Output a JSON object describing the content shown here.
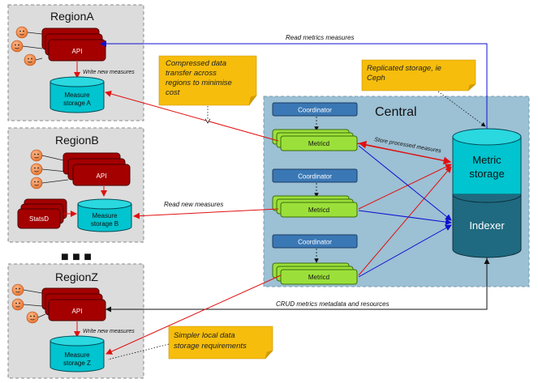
{
  "regions": {
    "a": {
      "title": "RegionA",
      "api": "API",
      "storage_line1": "Measure",
      "storage_line2": "storage A",
      "write_label": "Write new measures"
    },
    "b": {
      "title": "RegionB",
      "api": "API",
      "statsd": "StatsD",
      "storage_line1": "Measure",
      "storage_line2": "storage B"
    },
    "z": {
      "title": "RegionZ",
      "api": "API",
      "storage_line1": "Measure",
      "storage_line2": "storage Z",
      "write_label": "Write new measures"
    }
  },
  "ellipsis": "■ ■ ■",
  "central": {
    "title": "Central",
    "coordinator": "Coordinator",
    "metricd": "Metricd",
    "metric_storage_line1": "Metric",
    "metric_storage_line2": "storage",
    "indexer": "Indexer"
  },
  "labels": {
    "read_metrics": "Read metrics measures",
    "store_processed": "Store processed measures",
    "read_new": "Read new measures",
    "crud": "CRUD metrics metadata and resources"
  },
  "notes": {
    "compressed": [
      "Compressed data",
      "transfer across",
      "regions to minimise",
      "cost"
    ],
    "replicated": [
      "Replicated storage, ie",
      "Ceph"
    ],
    "simpler": [
      "Simpler local data",
      "storage requirements"
    ]
  },
  "colors": {
    "region_bg": "#dcdcdc",
    "central_bg": "#9cc0d4",
    "api_fill": "#a40000",
    "storage_fill": "#00c4cf",
    "metricd_fill": "#9be03a",
    "coordinator_fill": "#3a78b5",
    "indexer_fill": "#1f6a80",
    "note_fill": "#f6bd0c",
    "arrow_red": "#e01010",
    "arrow_blue": "#1010d0"
  }
}
